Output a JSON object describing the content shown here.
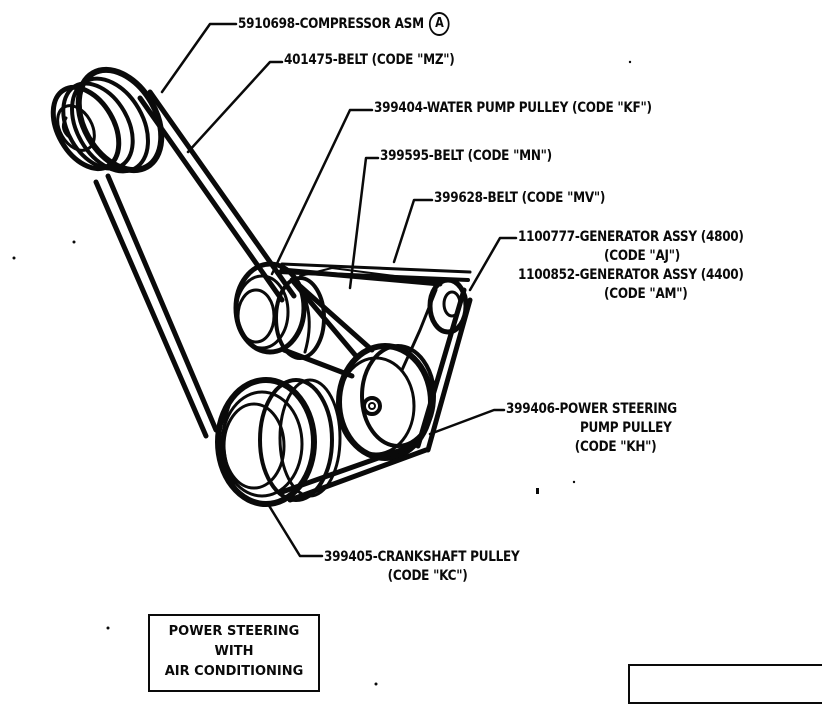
{
  "labels": {
    "compressor": {
      "text": "5910698-COMPRESSOR ASM",
      "badge": "A"
    },
    "belt_mz": "401475-BELT (CODE \"MZ\")",
    "water_pump": "399404-WATER PUMP PULLEY (CODE \"KF\")",
    "belt_mn": "399595-BELT (CODE \"MN\")",
    "belt_mv": "399628-BELT (CODE \"MV\")",
    "generator": [
      "1100777-GENERATOR ASSY (4800)",
      "(CODE \"AJ\")",
      "1100852-GENERATOR ASSY (4400)",
      "(CODE \"AM\")"
    ],
    "power_steering": [
      "399406-POWER STEERING",
      "PUMP PULLEY",
      "(CODE \"KH\")"
    ],
    "crankshaft": [
      "399405-CRANKSHAFT PULLEY",
      "(CODE \"KC\")"
    ]
  },
  "caption": [
    "POWER STEERING",
    "WITH",
    "AIR CONDITIONING"
  ],
  "colors": {
    "ink": "#0a0a0a",
    "paper": "#ffffff"
  }
}
